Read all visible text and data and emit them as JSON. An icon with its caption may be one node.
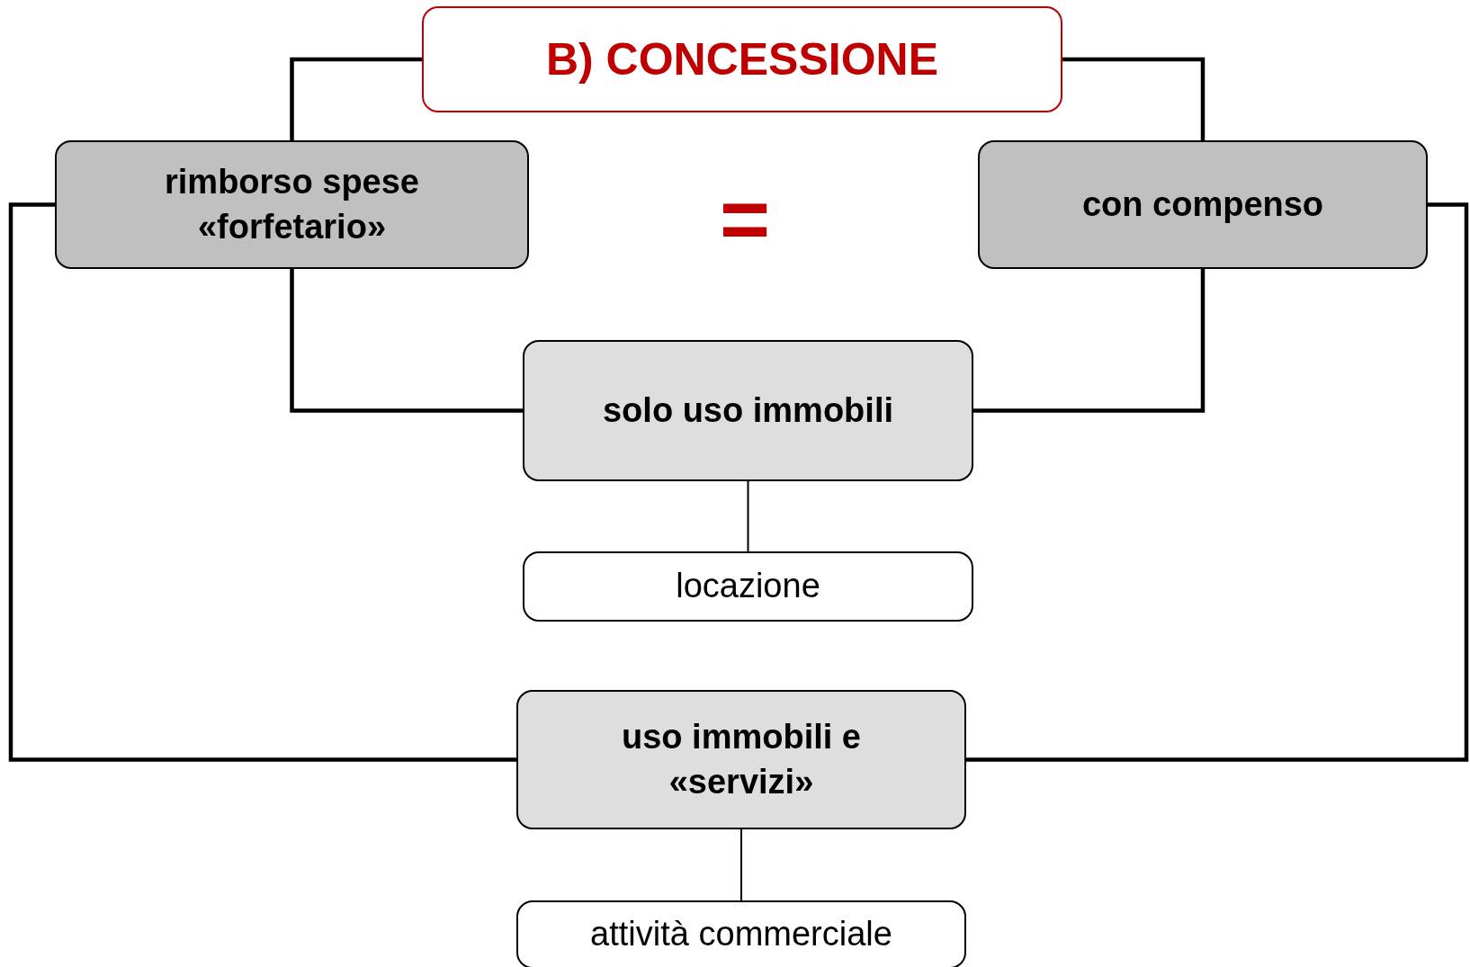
{
  "diagram": {
    "nodes": [
      {
        "text": [
          "B) CONCESSIONE"
        ]
      },
      {
        "text": [
          "rimborso spese «forfetario»"
        ]
      },
      {
        "text": [
          "con compenso"
        ]
      },
      {
        "text": [
          "solo uso immobili"
        ]
      },
      {
        "text": [
          "locazione"
        ]
      },
      {
        "text": [
          "uso immobili e «servizi»"
        ]
      },
      {
        "text": [
          "attività commerciale"
        ]
      }
    ],
    "edges": [
      {
        "from": 0,
        "to": 1,
        "arrow": "none"
      },
      {
        "from": 0,
        "to": 2,
        "arrow": "none"
      },
      {
        "from": 1,
        "to": 3,
        "arrow": "none"
      },
      {
        "from": 2,
        "to": 3,
        "arrow": "none"
      },
      {
        "from": 1,
        "to": 5,
        "arrow": "none"
      },
      {
        "from": 2,
        "to": 5,
        "arrow": "none"
      },
      {
        "from": 3,
        "to": 4,
        "arrow": "none"
      },
      {
        "from": 5,
        "to": 6,
        "arrow": "none"
      }
    ],
    "labels": [
      "="
    ]
  }
}
